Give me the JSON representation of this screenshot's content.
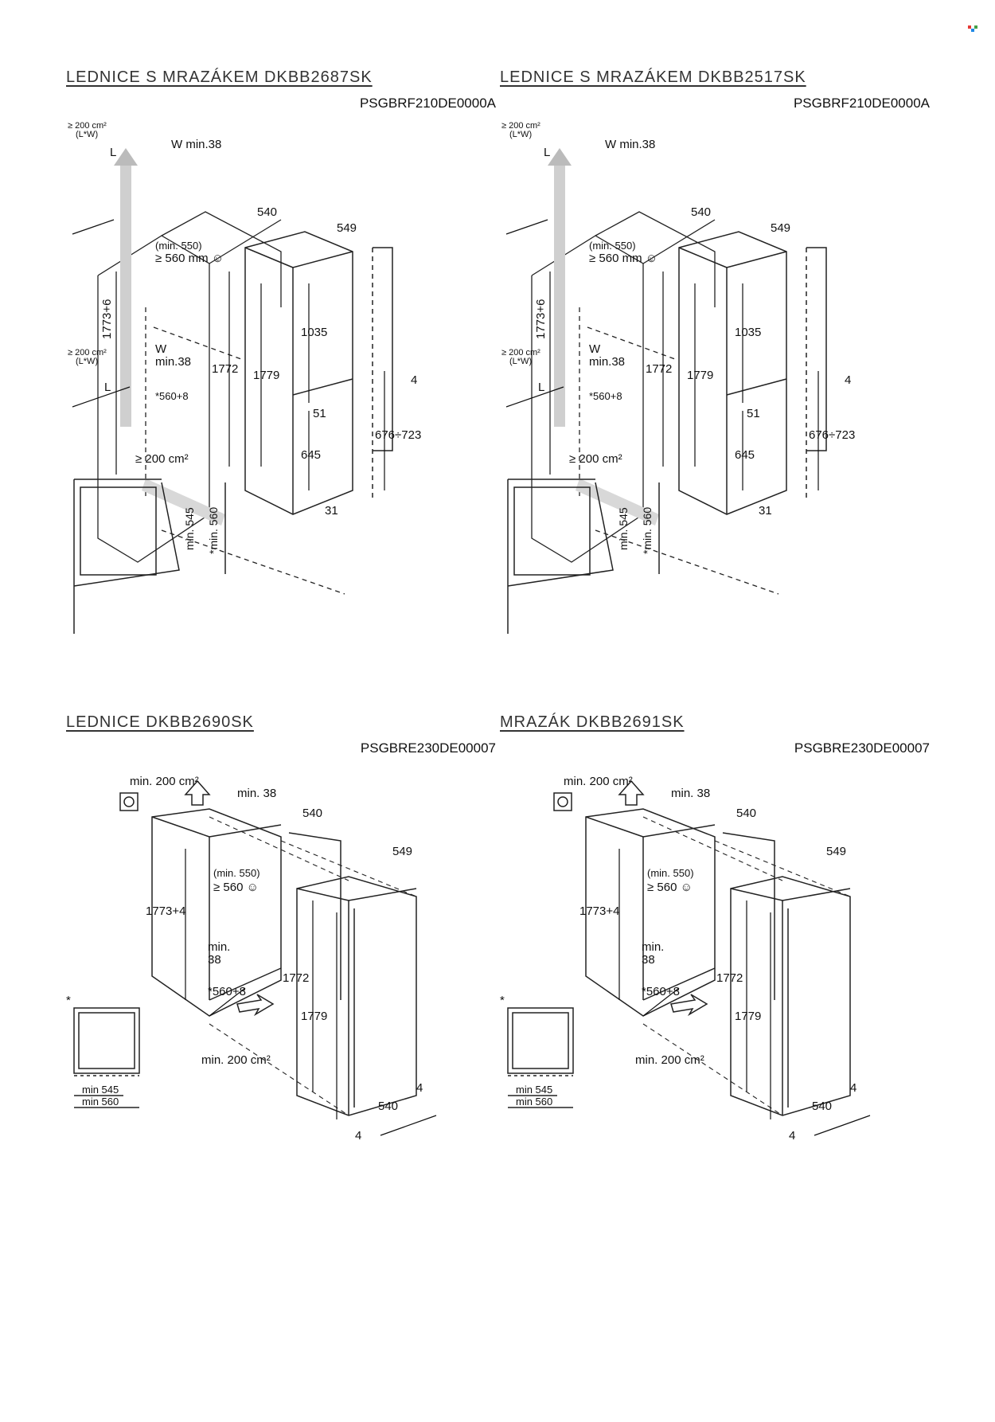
{
  "page": {
    "corner_mark_colors": [
      "#e53935",
      "#1e88e5",
      "#43a047"
    ]
  },
  "panels": [
    {
      "title": "LEDNICE S MRAZÁKEM DKBB2687SK",
      "code": "PSGBRF210DE0000A",
      "labels": {
        "vent_top": [
          "≥ 200 cm²",
          "(L*W)"
        ],
        "vent_mid": [
          "≥ 200 cm²",
          "(L*W)"
        ],
        "L": "L",
        "w_top": "W min.38",
        "w_mid": [
          "W",
          "min.38"
        ],
        "h_niche": "1773+6",
        "depth_min": [
          "(min. 550)",
          "≥ 560 mm ☺"
        ],
        "w540": "540",
        "d549": "549",
        "h1772": "1772",
        "h1779": "1779",
        "h1035": "1035",
        "g51": "51",
        "h645": "645",
        "g31": "31",
        "g4": "4",
        "door_range": "676÷723",
        "w560": "*560+8",
        "vent_bottom": "≥ 200 cm²",
        "min545": "min. 545",
        "min560": "*min. 560"
      }
    },
    {
      "title": "LEDNICE S MRAZÁKEM DKBB2517SK",
      "code": "PSGBRF210DE0000A",
      "labels": {
        "vent_top": [
          "≥ 200 cm²",
          "(L*W)"
        ],
        "vent_mid": [
          "≥ 200 cm²",
          "(L*W)"
        ],
        "L": "L",
        "w_top": "W min.38",
        "w_mid": [
          "W",
          "min.38"
        ],
        "h_niche": "1773+6",
        "depth_min": [
          "(min. 550)",
          "≥ 560 mm ☺"
        ],
        "w540": "540",
        "d549": "549",
        "h1772": "1772",
        "h1779": "1779",
        "h1035": "1035",
        "g51": "51",
        "h645": "645",
        "g31": "31",
        "g4": "4",
        "door_range": "676÷723",
        "w560": "*560+8",
        "vent_bottom": "≥ 200 cm²",
        "min545": "min. 545",
        "min560": "*min. 560"
      }
    },
    {
      "title": "LEDNICE DKBB2690SK",
      "code": "PSGBRE230DE00007",
      "labels": {
        "vent_top": "min. 200 cm²",
        "w_top": "min. 38",
        "w540": "540",
        "d549": "549",
        "depth_min": [
          "(min. 550)",
          "≥ 560 ☺"
        ],
        "h_niche": "1773+4",
        "w_mid": [
          "min.",
          "38"
        ],
        "w560": "*560+8",
        "h1772": "1772",
        "h1779": "1779",
        "vent_bottom": "min. 200 cm²",
        "g4a": "4",
        "w540b": "540",
        "g4b": "4",
        "min545": "min 545",
        "min560": "min 560",
        "star": "*"
      }
    },
    {
      "title": "MRAZÁK DKBB2691SK",
      "code": "PSGBRE230DE00007",
      "labels": {
        "vent_top": "min. 200 cm²",
        "w_top": "min. 38",
        "w540": "540",
        "d549": "549",
        "depth_min": [
          "(min. 550)",
          "≥ 560 ☺"
        ],
        "h_niche": "1773+4",
        "w_mid": [
          "min.",
          "38"
        ],
        "w560": "*560+8",
        "h1772": "1772",
        "h1779": "1779",
        "vent_bottom": "min. 200 cm²",
        "g4a": "4",
        "w540b": "540",
        "g4b": "4",
        "min545": "min 545",
        "min560": "min 560",
        "star": "*"
      }
    }
  ]
}
